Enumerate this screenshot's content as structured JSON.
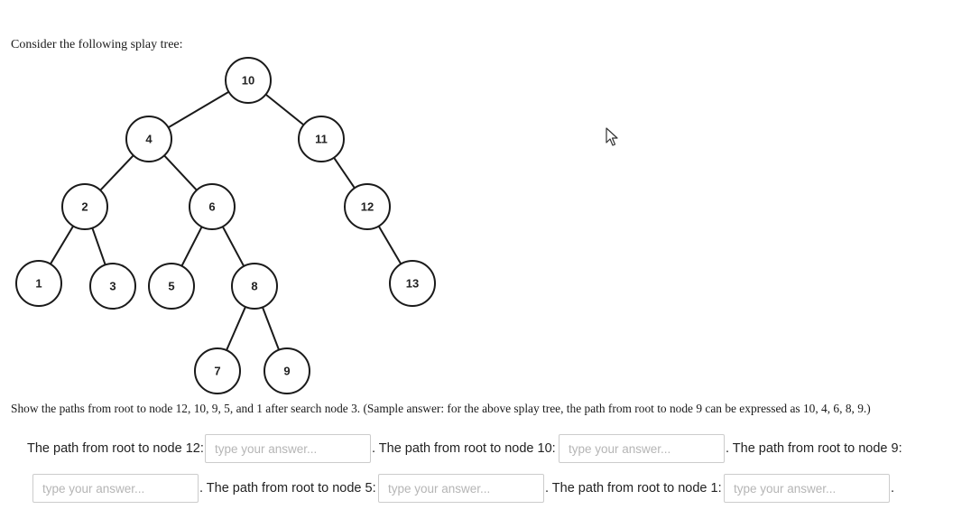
{
  "question": {
    "intro": "Consider the following splay tree:",
    "instructions": "Show the paths from root to node 12, 10, 9, 5, and 1 after search node 3. (Sample answer: for the above splay tree, the path from root to node 9 can be expressed as 10, 4, 6, 8, 9.)"
  },
  "tree": {
    "nodes": [
      {
        "label": "10",
        "parent": null
      },
      {
        "label": "4",
        "parent": "10"
      },
      {
        "label": "11",
        "parent": "10"
      },
      {
        "label": "2",
        "parent": "4"
      },
      {
        "label": "6",
        "parent": "4"
      },
      {
        "label": "12",
        "parent": "11"
      },
      {
        "label": "1",
        "parent": "2"
      },
      {
        "label": "3",
        "parent": "2"
      },
      {
        "label": "5",
        "parent": "6"
      },
      {
        "label": "8",
        "parent": "6"
      },
      {
        "label": "13",
        "parent": "12"
      },
      {
        "label": "7",
        "parent": "8"
      },
      {
        "label": "9",
        "parent": "8"
      }
    ]
  },
  "answers": {
    "placeholder": "type your answer...",
    "node12_label": "The path from root to node 12:",
    "node10_label": ". The path from root to node 10:",
    "node9_label": ". The path from root to node 9:",
    "node5_label": ". The path from root to node 5:",
    "node1_label": ". The path from root to node 1:",
    "end_punct": "."
  }
}
